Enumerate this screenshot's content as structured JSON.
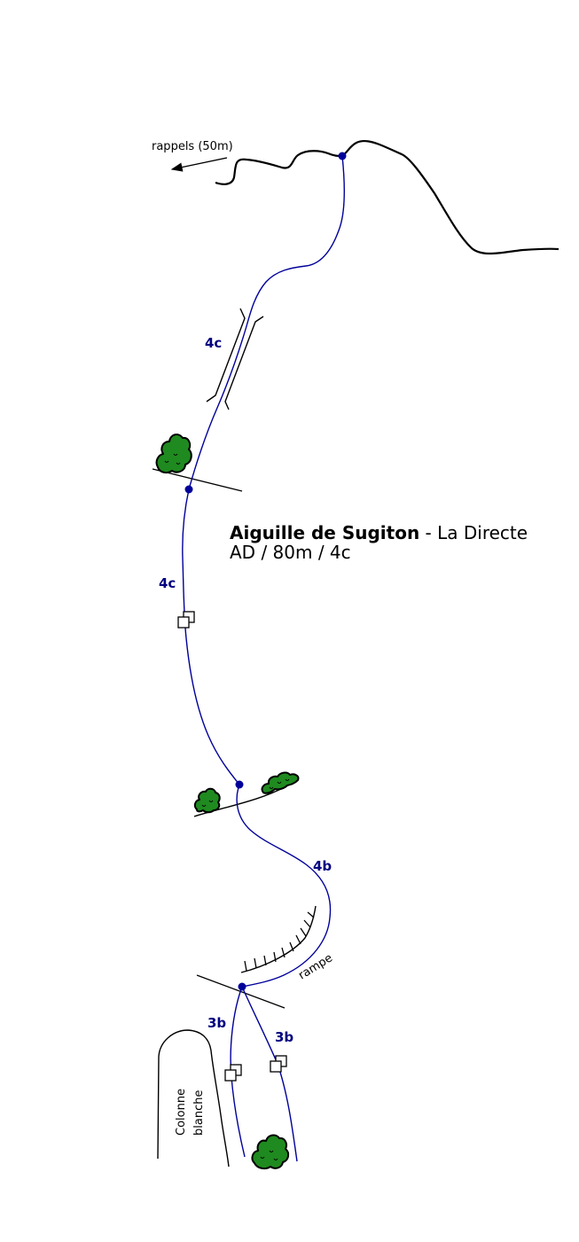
{
  "topo": {
    "title_bold": "Aiguille de Sugiton",
    "title_rest": " - La Directe",
    "subtitle": "AD / 80m / 4c",
    "descent": "rappels (50m)",
    "pitch_grades": {
      "p5": "4c",
      "p4": "4c",
      "p3": "4b",
      "p2": "3b",
      "p1": "3b"
    },
    "rampe": "rampe",
    "colonne_line1": "Colonne",
    "colonne_line2": "blanche"
  },
  "colors": {
    "route": "#00009a",
    "grade_text": "#000080",
    "bush_fill": "#1f8a1f"
  },
  "icons": [
    "belay-point",
    "bolt-pair",
    "bush",
    "descent-arrow"
  ]
}
